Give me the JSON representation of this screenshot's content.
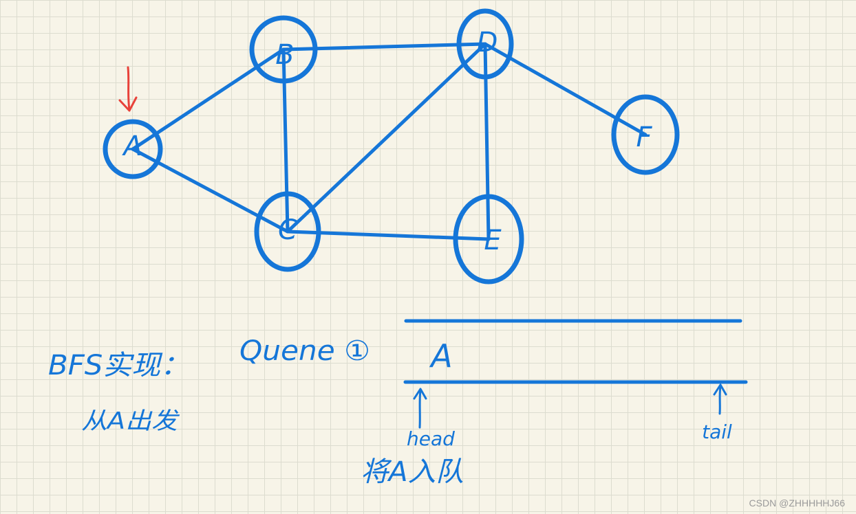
{
  "colors": {
    "ink": "#1576d8",
    "start_marker": "#e8423a",
    "paper": "#f7f4e8",
    "grid": "#dcdccf"
  },
  "graph": {
    "nodes": [
      {
        "id": "A",
        "label": "A"
      },
      {
        "id": "B",
        "label": "B"
      },
      {
        "id": "C",
        "label": "C"
      },
      {
        "id": "D",
        "label": "D"
      },
      {
        "id": "E",
        "label": "E"
      },
      {
        "id": "F",
        "label": "F"
      }
    ],
    "edges": [
      [
        "A",
        "B"
      ],
      [
        "A",
        "C"
      ],
      [
        "B",
        "C"
      ],
      [
        "B",
        "D"
      ],
      [
        "C",
        "D"
      ],
      [
        "C",
        "E"
      ],
      [
        "D",
        "E"
      ],
      [
        "D",
        "F"
      ]
    ],
    "start_node": "A"
  },
  "notes": {
    "bfs_title": "BFS实现：",
    "start_from": "从A出发",
    "queue_label": "Quene ①",
    "action": "将A入队"
  },
  "queue": {
    "items": [
      "A"
    ],
    "head_label": "head",
    "tail_label": "tail"
  },
  "watermark": "CSDN @ZHHHHHJ66"
}
